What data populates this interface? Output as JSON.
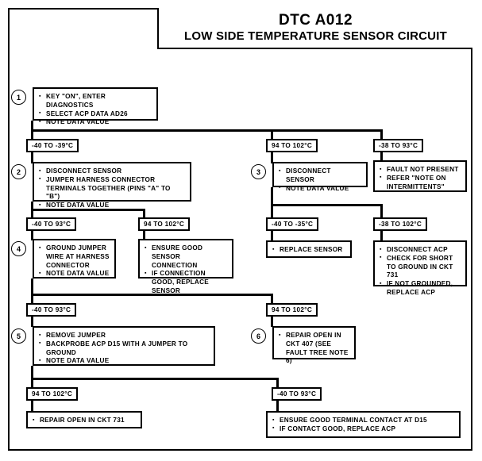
{
  "title": {
    "code": "DTC A012",
    "name": "LOW SIDE TEMPERATURE SENSOR CIRCUIT"
  },
  "steps": {
    "s1": {
      "number": "1",
      "lines": [
        "KEY \"ON\", ENTER DIAGNOSTICS",
        "SELECT ACP DATA AD26",
        "NOTE DATA VALUE"
      ]
    },
    "s2": {
      "number": "2",
      "lines": [
        "DISCONNECT SENSOR",
        "JUMPER HARNESS CONNECTOR TERMINALS TOGETHER (PINS \"A\" TO \"B\")",
        "NOTE DATA VALUE"
      ]
    },
    "s3": {
      "number": "3",
      "lines": [
        "DISCONNECT SENSOR",
        "NOTE DATA VALUE"
      ]
    },
    "s4": {
      "number": "4",
      "lines": [
        "GROUND JUMPER WIRE AT HARNESS CONNECTOR",
        "NOTE DATA VALUE"
      ]
    },
    "s5": {
      "number": "5",
      "lines": [
        "REMOVE JUMPER",
        "BACKPROBE ACP D15 WITH A JUMPER TO GROUND",
        "NOTE DATA VALUE"
      ]
    },
    "s6": {
      "number": "6",
      "lines": [
        "REPAIR OPEN IN CKT 407 (SEE FAULT TREE NOTE 6)"
      ]
    }
  },
  "terminals": {
    "intermittent": {
      "lines": [
        "FAULT NOT PRESENT",
        "REFER \"NOTE ON INTERMITTENTS\""
      ]
    },
    "replace_sensor": {
      "lines": [
        "REPLACE SENSOR"
      ]
    },
    "acp_short": {
      "lines": [
        "DISCONNECT ACP",
        "CHECK FOR SHORT TO GROUND IN CKT 731",
        "IF NOT GROUNDED, REPLACE ACP"
      ]
    },
    "sensor_connection": {
      "lines": [
        "ENSURE GOOD SENSOR CONNECTION",
        "IF CONNECTION GOOD, REPLACE SENSOR"
      ]
    },
    "repair_731": {
      "lines": [
        "REPAIR OPEN IN CKT 731"
      ]
    },
    "terminal_d15": {
      "lines": [
        "ENSURE GOOD TERMINAL CONTACT AT D15",
        "IF CONTACT GOOD, REPLACE ACP"
      ]
    }
  },
  "ranges": {
    "r1_left": "-40 TO -39°C",
    "r1_mid": "94 TO 102°C",
    "r1_right": "-38 TO 93°C",
    "r2_left": "-40 TO 93°C",
    "r2_right": "94 TO 102°C",
    "r3_left": "-40 TO -35°C",
    "r3_right": "-38 TO 102°C",
    "r4_left": "-40 TO 93°C",
    "r4_right": "94 TO 102°C",
    "r5_left": "94 TO 102°C",
    "r5_right": "-40 TO 93°C"
  }
}
